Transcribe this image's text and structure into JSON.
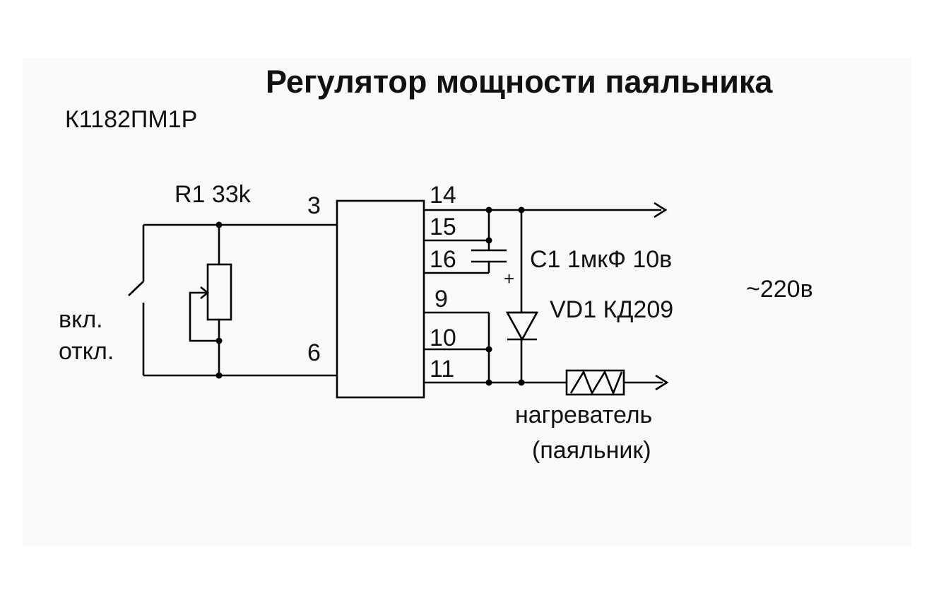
{
  "title": "Регулятор мощности паяльника",
  "chip": "К1182ПМ1Р",
  "resistor": "R1 33k",
  "capacitor": "C1 1мкФ 10в",
  "capacitor_polarity": "+",
  "diode": "VD1 КД209",
  "mains": "~220в",
  "switch": {
    "line1": "вкл.",
    "line2": "откл."
  },
  "heater": {
    "line1": "нагреватель",
    "line2": "(паяльник)"
  },
  "pins": {
    "p3": "3",
    "p6": "6",
    "p14": "14",
    "p15": "15",
    "p16": "16",
    "p9": "9",
    "p10": "10",
    "p11": "11"
  }
}
